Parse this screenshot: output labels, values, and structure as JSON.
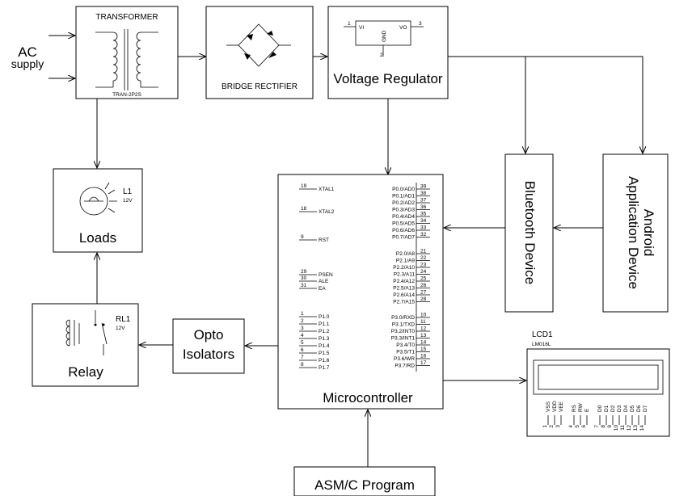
{
  "input": {
    "label": "AC",
    "sub": "supply"
  },
  "transformer": {
    "title": "TRANSFORMER",
    "part": "TRAN-2P2S"
  },
  "rectifier": {
    "label": "BRIDGE RECTIFIER"
  },
  "regulator": {
    "label": "Voltage Regulator",
    "pin1": "1",
    "pin2": "2",
    "pin3": "3",
    "vi": "VI",
    "vo": "VO",
    "gnd": "GND"
  },
  "loads": {
    "label": "Loads",
    "ref": "L1",
    "value": "12V"
  },
  "relay": {
    "label": "Relay",
    "ref": "RL1",
    "value": "12V"
  },
  "opto": {
    "line1": "Opto",
    "line2": "Isolators"
  },
  "bluetooth": {
    "label": "Bluetooth Device"
  },
  "android": {
    "line1": "Android",
    "line2": "Application Device"
  },
  "program": {
    "label": "ASM/C Program"
  },
  "mcu": {
    "label": "Microcontroller",
    "left_pins": [
      {
        "num": "19",
        "name": "XTAL1"
      },
      {
        "num": "18",
        "name": "XTAL2"
      },
      {
        "num": "9",
        "name": "RST"
      },
      {
        "num": "29",
        "name": "PSEN"
      },
      {
        "num": "30",
        "name": "ALE"
      },
      {
        "num": "31",
        "name": "EA"
      },
      {
        "num": "1",
        "name": "P1.0"
      },
      {
        "num": "2",
        "name": "P1.1"
      },
      {
        "num": "3",
        "name": "P1.2"
      },
      {
        "num": "4",
        "name": "P1.3"
      },
      {
        "num": "5",
        "name": "P1.4"
      },
      {
        "num": "6",
        "name": "P1.5"
      },
      {
        "num": "7",
        "name": "P1.6"
      },
      {
        "num": "8",
        "name": "P1.7"
      }
    ],
    "right_pins": [
      {
        "num": "39",
        "name": "P0.0/AD0"
      },
      {
        "num": "38",
        "name": "P0.1/AD1"
      },
      {
        "num": "37",
        "name": "P0.2/AD2"
      },
      {
        "num": "36",
        "name": "P0.3/AD3"
      },
      {
        "num": "35",
        "name": "P0.4/AD4"
      },
      {
        "num": "34",
        "name": "P0.5/AD5"
      },
      {
        "num": "33",
        "name": "P0.6/AD6"
      },
      {
        "num": "32",
        "name": "P0.7/AD7"
      },
      {
        "num": "21",
        "name": "P2.0/A8"
      },
      {
        "num": "22",
        "name": "P2.1/A9"
      },
      {
        "num": "23",
        "name": "P2.2/A10"
      },
      {
        "num": "24",
        "name": "P2.3/A11"
      },
      {
        "num": "25",
        "name": "P2.4/A12"
      },
      {
        "num": "26",
        "name": "P2.5/A13"
      },
      {
        "num": "27",
        "name": "P2.6/A14"
      },
      {
        "num": "28",
        "name": "P2.7/A15"
      },
      {
        "num": "10",
        "name": "P3.0/RXD"
      },
      {
        "num": "11",
        "name": "P3.1/TXD"
      },
      {
        "num": "12",
        "name": "P3.2/INT0"
      },
      {
        "num": "13",
        "name": "P3.3/INT1"
      },
      {
        "num": "14",
        "name": "P3.4/T0"
      },
      {
        "num": "15",
        "name": "P3.5/T1"
      },
      {
        "num": "16",
        "name": "P3.6/WR"
      },
      {
        "num": "17",
        "name": "P3.7/RD"
      }
    ]
  },
  "lcd": {
    "ref": "LCD1",
    "part": "LM016L",
    "pins": [
      {
        "num": "1",
        "name": "VSS"
      },
      {
        "num": "2",
        "name": "VDD"
      },
      {
        "num": "3",
        "name": "VEE"
      },
      {
        "num": "4",
        "name": "RS"
      },
      {
        "num": "5",
        "name": "RW"
      },
      {
        "num": "6",
        "name": "E"
      },
      {
        "num": "7",
        "name": "D0"
      },
      {
        "num": "8",
        "name": "D1"
      },
      {
        "num": "9",
        "name": "D2"
      },
      {
        "num": "10",
        "name": "D3"
      },
      {
        "num": "11",
        "name": "D4"
      },
      {
        "num": "12",
        "name": "D5"
      },
      {
        "num": "13",
        "name": "D6"
      },
      {
        "num": "14",
        "name": "D7"
      }
    ]
  }
}
